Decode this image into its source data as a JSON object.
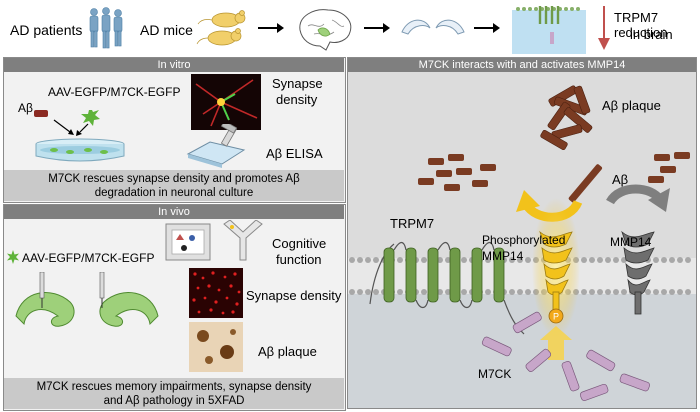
{
  "top_row": {
    "ad_patients": "AD patients",
    "ad_mice": "AD mice",
    "trpm7_reduction_line1": "TRPM7 reduction",
    "trpm7_reduction_line2": "in brain"
  },
  "in_vitro": {
    "header": "In vitro",
    "abeta_label": "Aβ",
    "vector_label": "AAV-EGFP/M7CK-EGFP",
    "synapse_density_line1": "Synapse",
    "synapse_density_line2": "density",
    "elisa_label": "Aβ ELISA",
    "caption_line1": "M7CK rescues synapse density and promotes Aβ",
    "caption_line2": "degradation in neuronal culture"
  },
  "in_vivo": {
    "header": "In vivo",
    "vector_label": "AAV-EGFP/M7CK-EGFP",
    "cognitive_line1": "Cognitive",
    "cognitive_line2": "function",
    "synapse_density": "Synapse density",
    "plaque_label": "Aβ plaque",
    "caption_line1": "M7CK rescues memory impairments, synapse density",
    "caption_line2": "and Aβ pathology in 5XFAD"
  },
  "mechanism": {
    "header": "M7CK interacts with and activates MMP14",
    "plaque_label": "Aβ plaque",
    "abeta_label": "Aβ",
    "trpm7_label": "TRPM7",
    "phospho_line1": "Phosphorylated",
    "phospho_line2": "MMP14",
    "mmp14_label": "MMP14",
    "m7ck_label": "M7CK",
    "p_label": "P"
  },
  "colors": {
    "banner_gray": "#7f7f7f",
    "caption_gray": "#c9c9c9",
    "panel_gray": "#f2f2f2",
    "mechanism_bg": "#dcdcdc",
    "abeta_brown": "#7a3b22",
    "trpm7_green": "#6f9a48",
    "gold": "#f2c21b",
    "m7ck_purple": "#c7a6c9",
    "arrow_red": "#c0504d"
  }
}
